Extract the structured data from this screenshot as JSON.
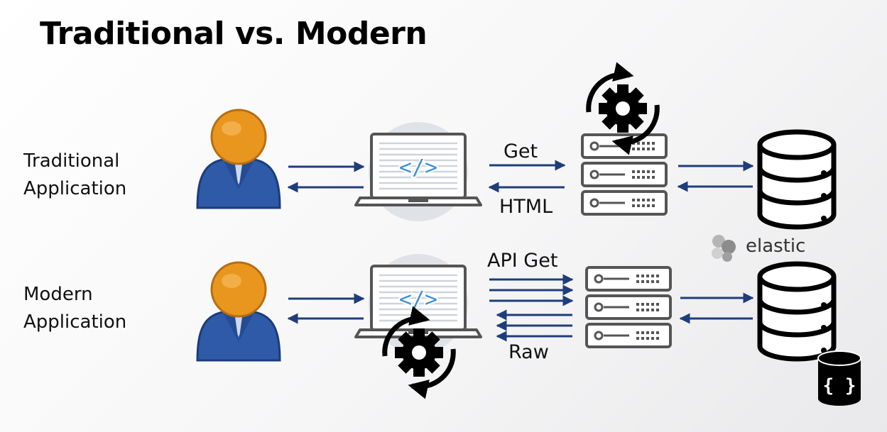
{
  "title": "Traditional vs. Modern",
  "rows": {
    "traditional": {
      "label_line1": "Traditional",
      "label_line2": "Application"
    },
    "modern": {
      "label_line1": "Modern",
      "label_line2": "Application"
    }
  },
  "flows": {
    "traditional_request": "Get",
    "traditional_response": "HTML",
    "modern_request": "API Get",
    "modern_response": "Raw"
  },
  "brand": {
    "elastic": "elastic"
  },
  "colors": {
    "arrow": "#1f3d7a",
    "user_head": "#e8961e",
    "user_body": "#2e5aa8",
    "gear": "#000000",
    "server": "#555555",
    "laptop_circle": "#dfe3e8"
  },
  "icons": [
    "user-icon",
    "laptop-code-icon",
    "server-icon",
    "database-icon",
    "gear-cycle-icon",
    "elastic-logo-icon",
    "json-document-db-icon"
  ]
}
